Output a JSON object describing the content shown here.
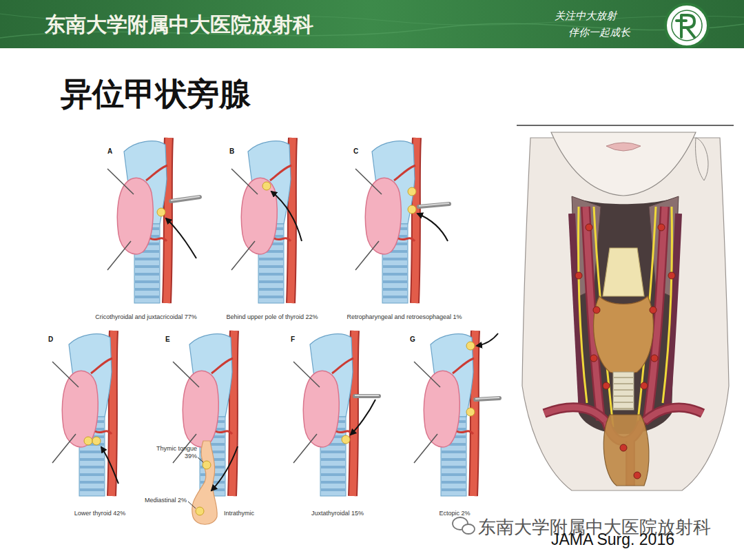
{
  "diagram": {
    "title": "异位甲状旁腺",
    "nodes": [
      {
        "text": [
          "东南大学附属中大医院放射科",
          "关注中大放射",
          "伴你一起成长"
        ]
      }
    ],
    "labels": [
      "A",
      "B",
      "C",
      "Cricothyroidal and juxtacricoidal 77%",
      "Behind upper pole of thyroid 22%",
      "Retropharyngeal and retroesophageal 1%",
      "D",
      "E",
      "F",
      "G",
      "Lower thyroid 42%",
      "Thymic tongue 39%",
      "Mediastinal 2%",
      "Intrathymic",
      "Juxtathyroidal 15%",
      "Ectopic 2%",
      "东南大学附属中大医院放射科",
      "JAMA Surg. 2016"
    ]
  }
}
